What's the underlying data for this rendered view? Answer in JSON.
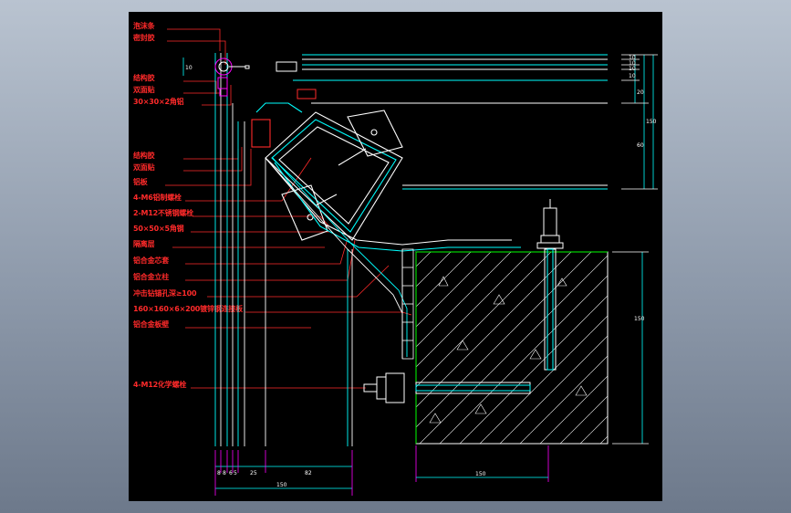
{
  "labels": [
    "泡沫条",
    "密封胶",
    "结构胶",
    "双面贴",
    "30×30×2角铝",
    "结构胶",
    "双面贴",
    "铝板",
    "4-M6铝制螺栓",
    "2-M12不锈钢螺栓",
    "50×50×5角钢",
    "隔离层",
    "铝合金芯套",
    "铝合金立柱",
    "冲击钻锚孔深≥100",
    "160×160×6×200镀锌钢连接板",
    "铝合金板壁",
    "4-M12化学螺栓"
  ],
  "dimensions": {
    "bottom": [
      "8",
      "8",
      "6",
      "5",
      "25",
      "82"
    ],
    "bottom_total": "150",
    "bottom_right": "150",
    "right_small": [
      "10",
      "10",
      "10",
      "10"
    ],
    "right_mid": "20",
    "right_tall": "150",
    "right_wide": "60",
    "right_wall": "150",
    "left_top": "10"
  },
  "colors": {
    "background": "#000000",
    "label": "#ff2a2a",
    "cyan": "#00ffff",
    "white": "#ffffff",
    "magenta": "#ff00ff",
    "green": "#00ff00",
    "yellow": "#ffff00"
  }
}
